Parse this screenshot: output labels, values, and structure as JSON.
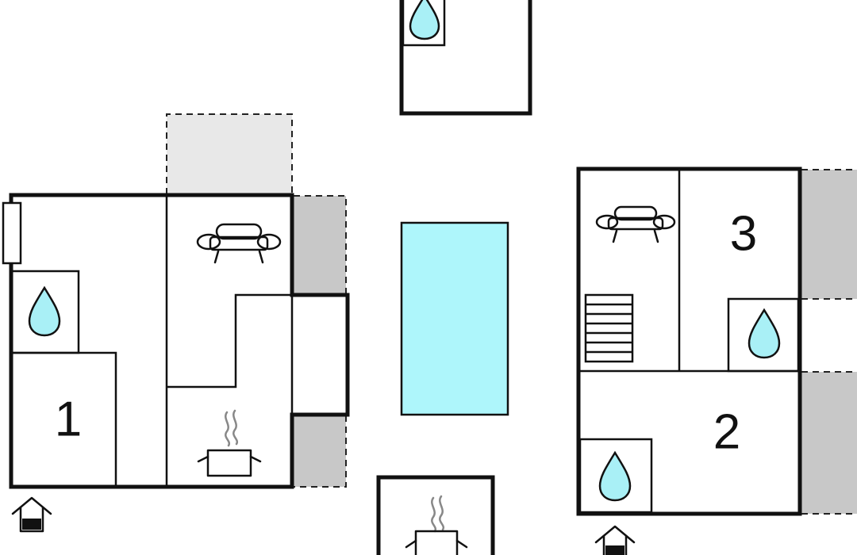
{
  "rooms": [
    {
      "id": "bedroom-1",
      "label": "1"
    },
    {
      "id": "bedroom-2",
      "label": "2"
    },
    {
      "id": "bedroom-3",
      "label": "3"
    }
  ],
  "icons": [
    "water-drop-icon",
    "sofa-icon",
    "cooking-pot-icon",
    "entrance-icon",
    "staircase-icon",
    "window-icon"
  ],
  "colors": {
    "wall": "#111111",
    "pool": "#aef6fb",
    "water_drop": "#a9f0f6",
    "terrace": "#c8c8c8",
    "light_terrace": "#e8e8e8",
    "background": "#ffffff"
  }
}
